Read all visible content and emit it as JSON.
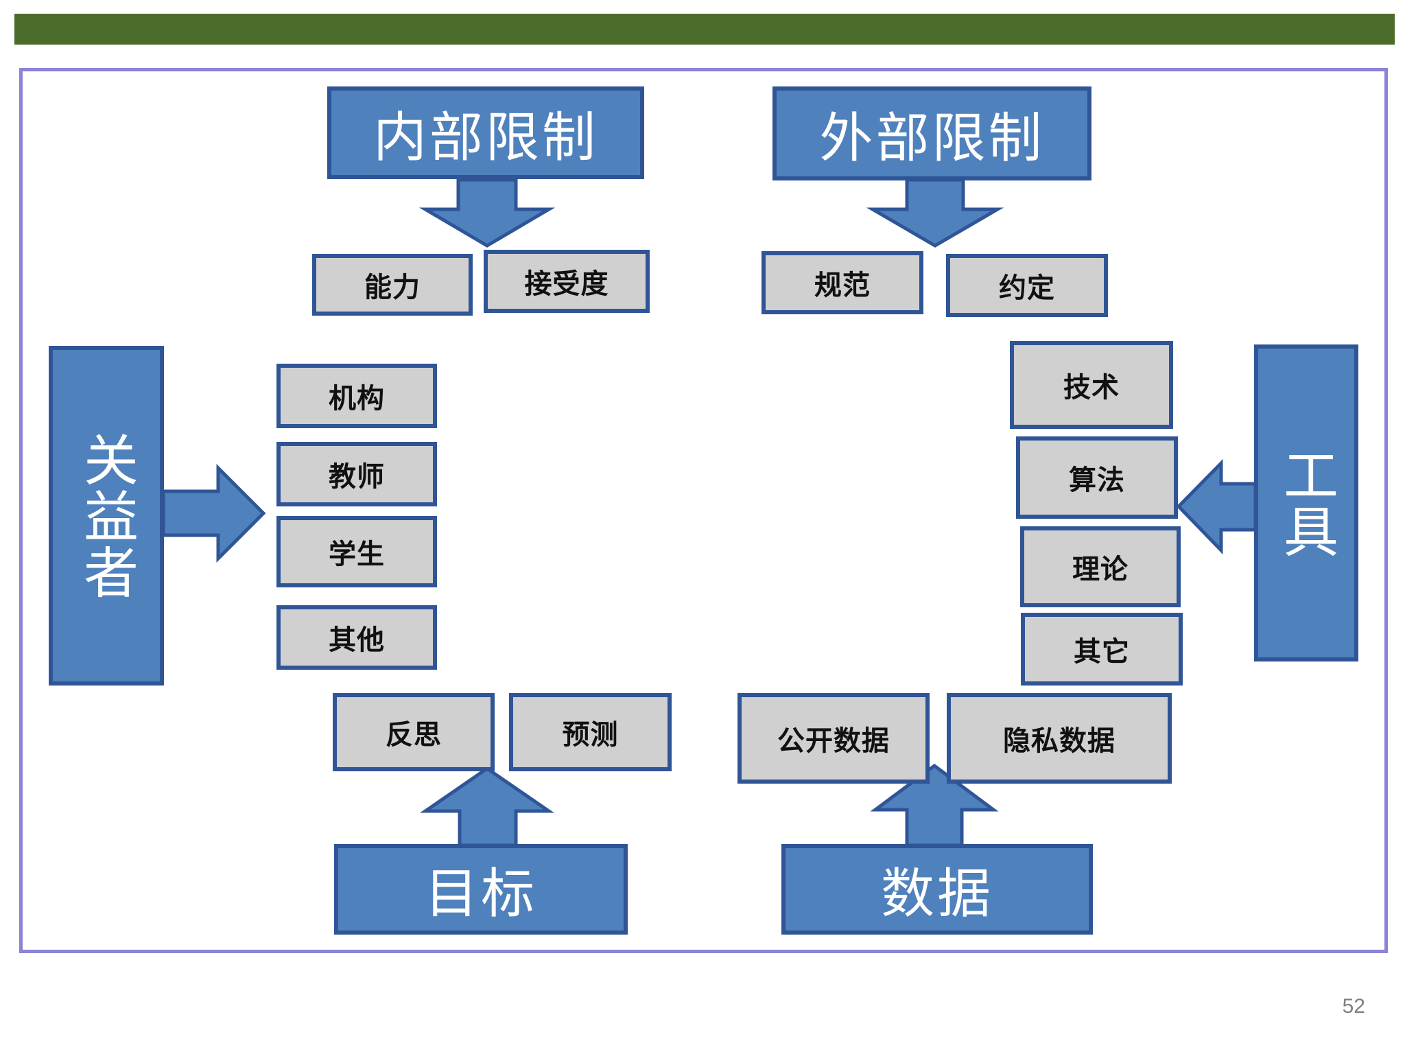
{
  "top_left": {
    "title": "内部限制",
    "items": [
      "能力",
      "接受度"
    ]
  },
  "top_right": {
    "title": "外部限制",
    "items": [
      "规范",
      "约定"
    ]
  },
  "left": {
    "title": "关益者",
    "items": [
      "机构",
      "教师",
      "学生",
      "其他"
    ]
  },
  "right": {
    "title": "工具",
    "items": [
      "技术",
      "算法",
      "理论",
      "其它"
    ]
  },
  "bottom_left": {
    "title": "目标",
    "items": [
      "反思",
      "预测"
    ]
  },
  "bottom_right": {
    "title": "数据",
    "items": [
      "公开数据",
      "隐私数据"
    ]
  },
  "page_number": "52",
  "colors": {
    "bar": "#4a6b2a",
    "frame": "#8a84d6",
    "blue_fill": "#4f81bd",
    "blue_border": "#2f5597",
    "gray_fill": "#d0d0d0"
  }
}
